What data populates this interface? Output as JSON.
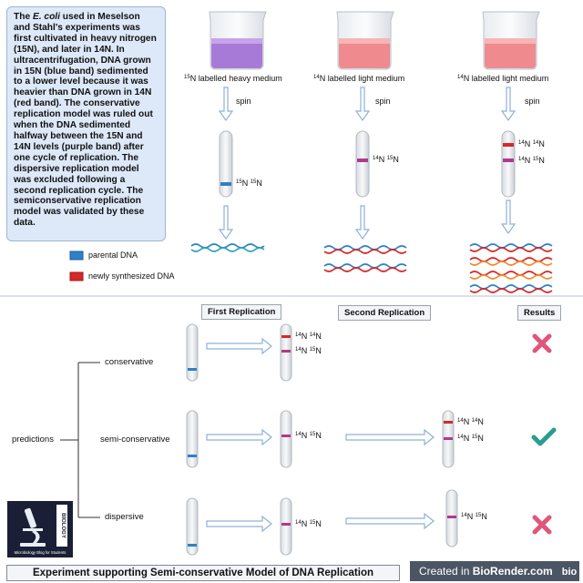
{
  "info": {
    "em": "E. coli",
    "p1": "The ",
    "p2": " used in Meselson and Stahl's experiments was first cultivated in heavy nitrogen (15N), and later in 14N. In ultracentrifugation, DNA grown in 15N (blue band) sedimented to a lower level because it was heavier than DNA grown in 14N (red band). The conservative replication model was ruled out when the DNA sedimented halfway between the 15N and 14N levels (purple band) after one cycle of replication. The dispersive replication model was excluded following a second replication cycle. The semiconservative replication model was validated by these data."
  },
  "top": {
    "media": [
      {
        "iso": "15",
        "text": "N labelled heavy medium"
      },
      {
        "iso": "14",
        "text": "N labelled light medium"
      },
      {
        "iso": "14",
        "text": "N labelled light medium"
      }
    ],
    "spin": "spin",
    "band_labels": {
      "t1": {
        "a": "15",
        "b": "N ",
        "c": "15",
        "d": "N"
      },
      "t2": {
        "a": "14",
        "b": "N ",
        "c": "15",
        "d": "N"
      },
      "t3a": {
        "a": "14",
        "b": "N ",
        "c": "14",
        "d": "N"
      },
      "t3b": {
        "a": "14",
        "b": "N ",
        "c": "15",
        "d": "N"
      }
    }
  },
  "legend": {
    "parental": "parental DNA",
    "new": "newly synthesized DNA"
  },
  "columns": {
    "first": "First Replication",
    "second": "Second Replication",
    "results": "Results"
  },
  "predictions": {
    "root": "predictions",
    "conservative": "conservative",
    "semi": "semi-conservative",
    "dispersive": "dispersive"
  },
  "bottom_labels": {
    "cons_a": {
      "a": "14",
      "b": "N ",
      "c": "14",
      "d": "N"
    },
    "cons_b": {
      "a": "14",
      "b": "N ",
      "c": "15",
      "d": "N"
    },
    "semi_1": {
      "a": "14",
      "b": "N ",
      "c": "15",
      "d": "N"
    },
    "semi_2a": {
      "a": "14",
      "b": "N ",
      "c": "14",
      "d": "N"
    },
    "semi_2b": {
      "a": "14",
      "b": "N ",
      "c": "15",
      "d": "N"
    },
    "disp_1": {
      "a": "14",
      "b": "N ",
      "c": "15",
      "d": "N"
    },
    "disp_2": {
      "a": "14",
      "b": "N ",
      "c": "15",
      "d": "N"
    }
  },
  "footer": {
    "title": "Experiment supporting Semi-conservative Model of DNA Replication",
    "brand_pre": "Created in ",
    "brand_name": "BioRender.com",
    "brand_logo": "bio"
  },
  "logo": {
    "caption": "Microbiology Blog for Students",
    "vertical": "BIOLOGY"
  },
  "colors": {
    "blue": "#2f80c9",
    "red": "#d62828",
    "purple": "#b03a8c",
    "cross": "#e0567a",
    "check": "#2a9d8f",
    "arrow": "#8fb0d8"
  }
}
